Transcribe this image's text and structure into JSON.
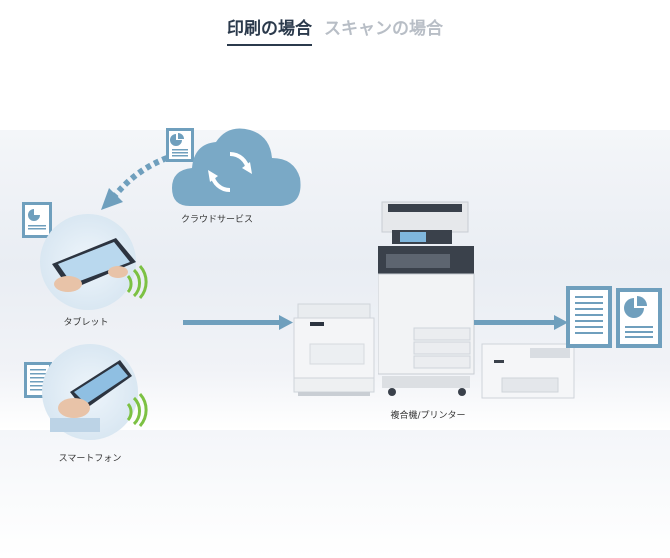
{
  "tabs": [
    {
      "label": "印刷の場合",
      "active": true
    },
    {
      "label": "スキャンの場合",
      "active": false
    }
  ],
  "diagram": {
    "cloud_label": "クラウドサービス",
    "tablet_label": "タブレット",
    "smartphone_label": "スマートフォン",
    "printer_label": "複合機/プリンター"
  },
  "colors": {
    "accent_blue": "#6f9fbd",
    "cloud_blue": "#7aa9c6",
    "wifi_green": "#7cc143",
    "tab_active": "#2b3a4c",
    "tab_inactive": "#b8bec6"
  },
  "icons": [
    "document-chart-icon",
    "sync-icon",
    "wifi-icon",
    "document-text-icon"
  ]
}
